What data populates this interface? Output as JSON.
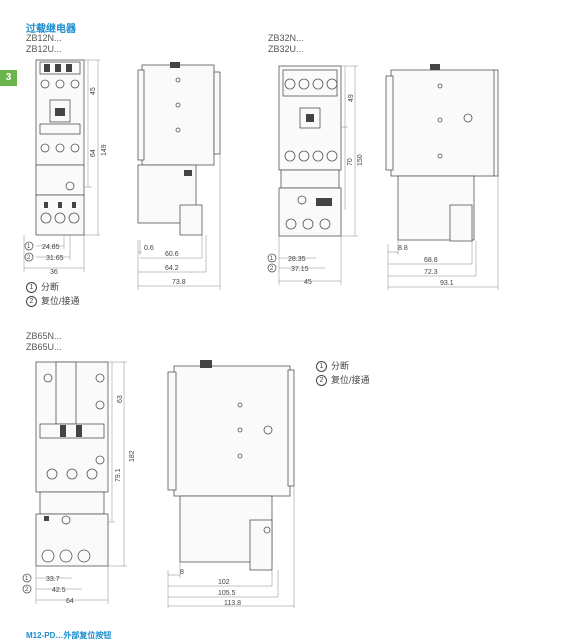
{
  "title": "过载继电器",
  "section_tab": "3",
  "models": {
    "zb12_line1": "ZB12N...",
    "zb12_line2": "ZB12U...",
    "zb32_line1": "ZB32N...",
    "zb32_line2": "ZB32U...",
    "zb65_line1": "ZB65N...",
    "zb65_line2": "ZB65U..."
  },
  "legend": {
    "item1_num": "1",
    "item1_text": "分断",
    "item2_num": "2",
    "item2_text": "复位/接通"
  },
  "dims_zb12": {
    "h45": "45",
    "h64": "64",
    "h149": "149",
    "w24_85": "24.85",
    "w31_65": "31.65",
    "w36": "36",
    "w0_6": "0.6",
    "w60_6": "60.6",
    "w64_2": "64.2",
    "w73_8": "73.8"
  },
  "dims_zb32": {
    "h49": "49",
    "h70": "70",
    "h150": "150",
    "w28_35": "28.35",
    "w37_15": "37.15",
    "w45": "45",
    "w8_8": "8.8",
    "w68_8": "68.8",
    "w72_3": "72.3",
    "w93_1": "93.1"
  },
  "dims_zb65": {
    "h63": "63",
    "h79_1": "79.1",
    "h182": "182",
    "w33_7": "33.7",
    "w42_5": "42.5",
    "w64": "64",
    "w8": "8",
    "w102": "102",
    "w105_5": "105.5",
    "w113_8": "113.8"
  },
  "footer": "M12-PD…外部复位按钮"
}
